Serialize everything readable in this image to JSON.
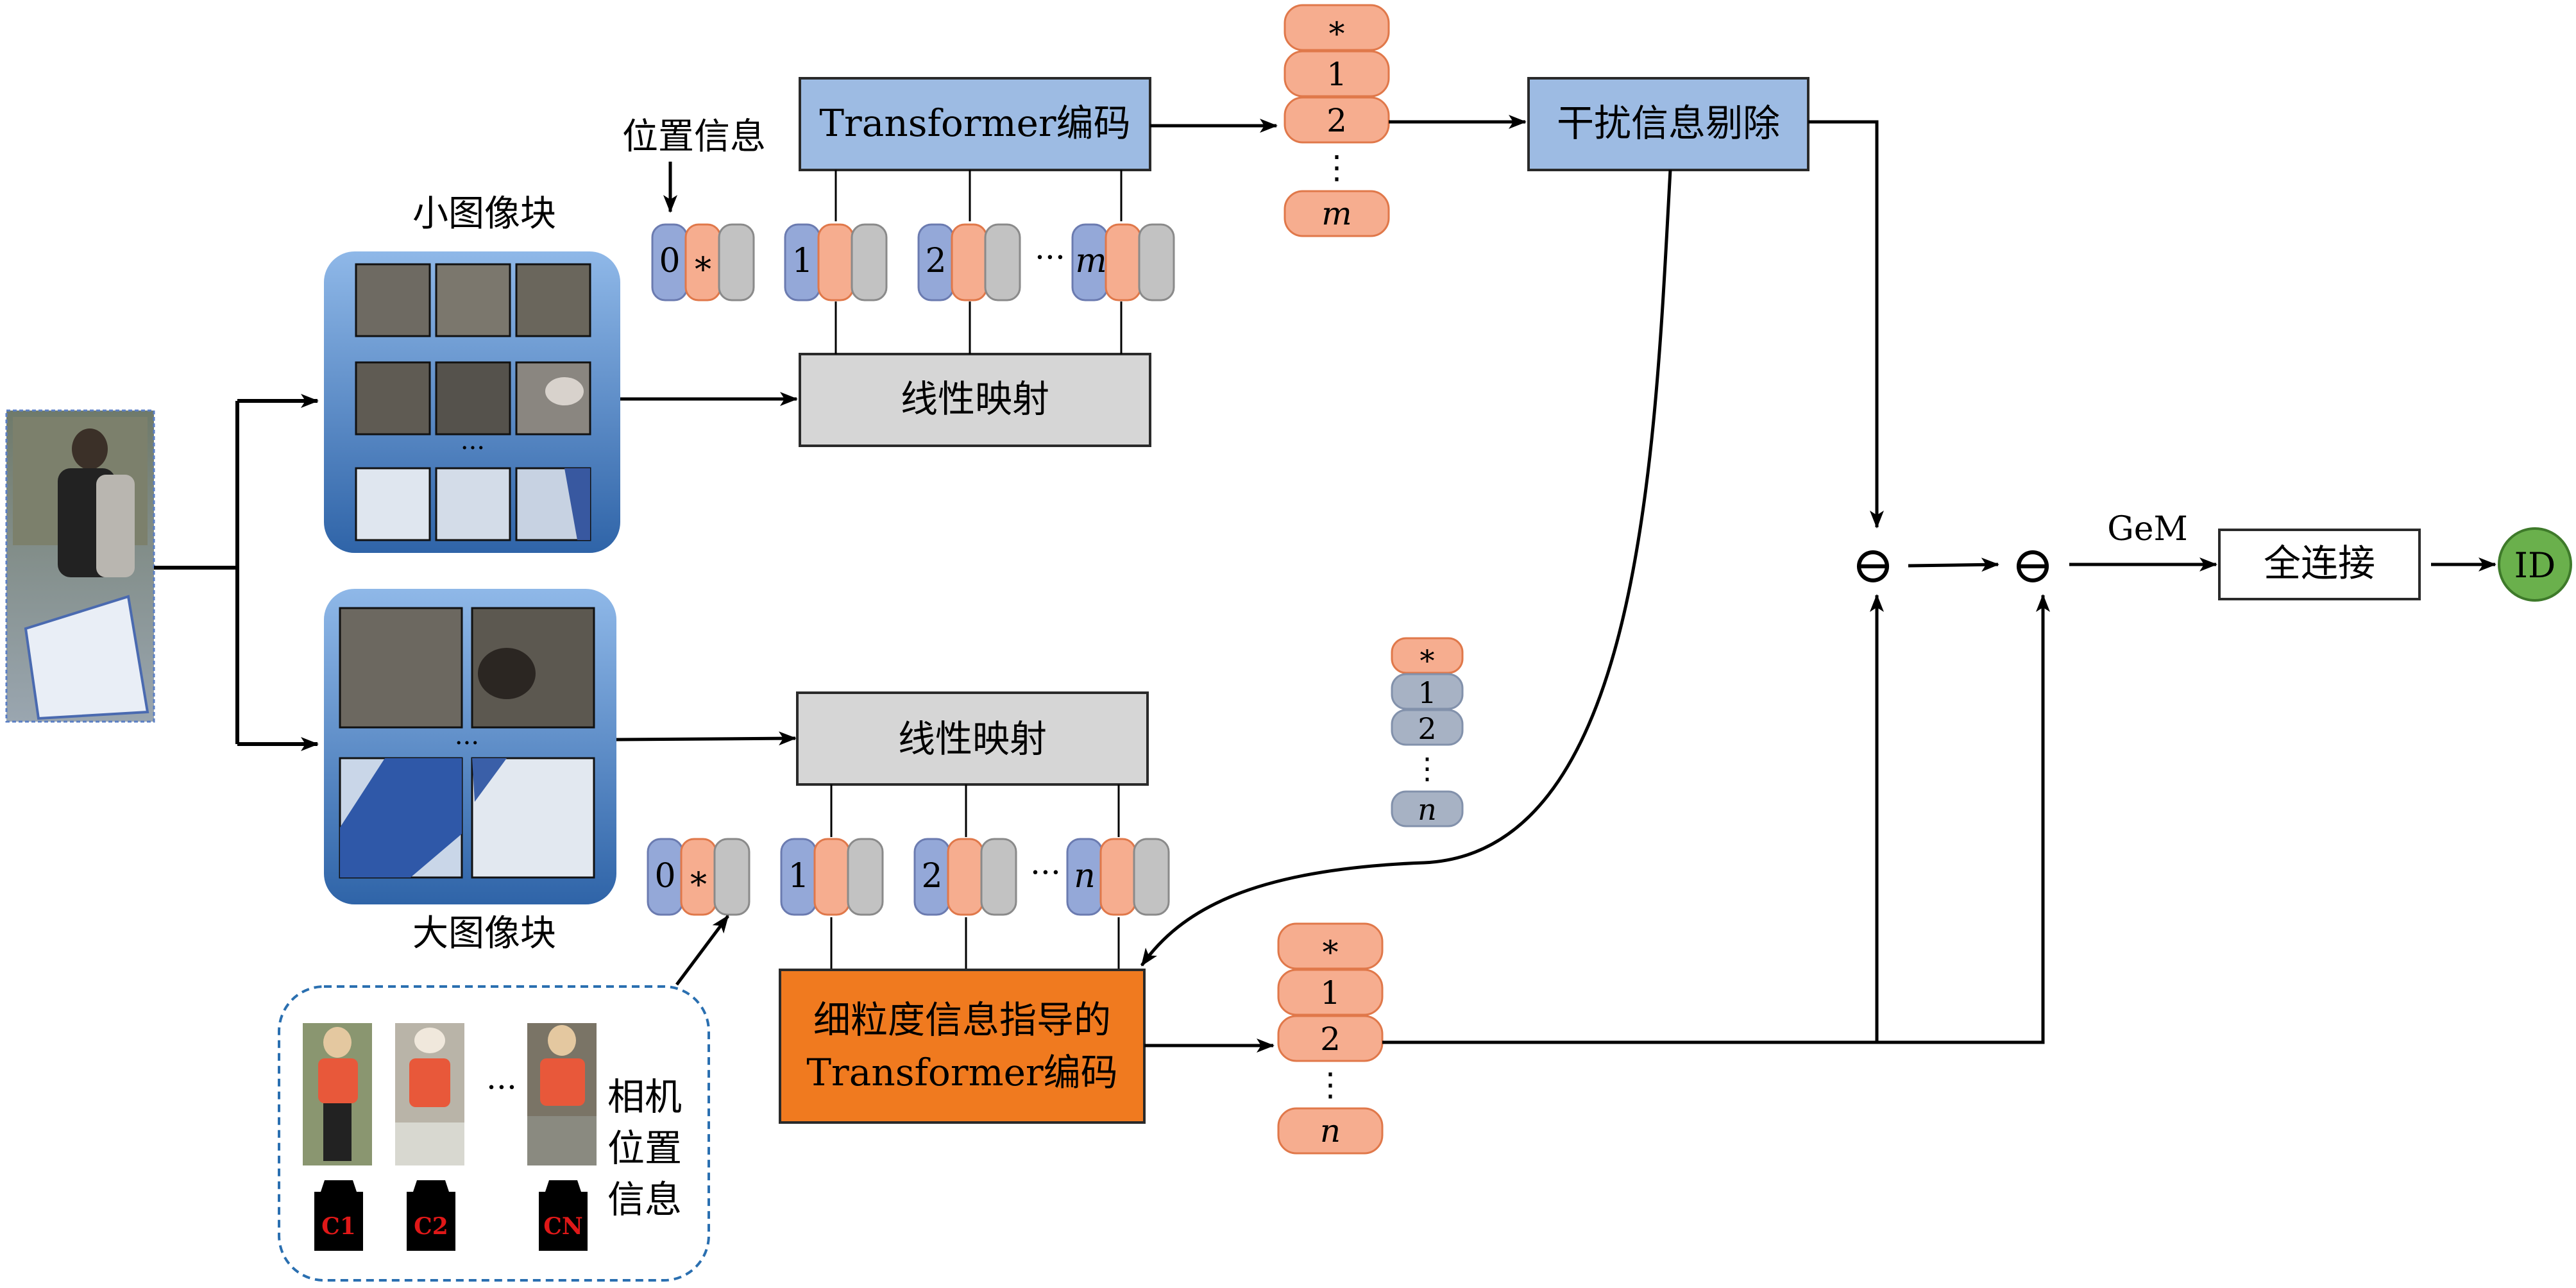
{
  "top": {
    "position_info": "位置信息",
    "small_patches": "小图像块",
    "transformer_encoder": "Transformer编码",
    "linear_projection": "线性映射",
    "interference_removal": "干扰信息剔除",
    "tokens": [
      "0",
      "*",
      "1",
      "2",
      "···",
      "m"
    ],
    "output_seq": [
      "*",
      "1",
      "2",
      "⋮",
      "m"
    ]
  },
  "bottom": {
    "large_patches": "大图像块",
    "linear_projection": "线性映射",
    "fine_grained_encoder_line1": "细粒度信息指导的",
    "fine_grained_encoder_line2": "Transformer编码",
    "tokens": [
      "0",
      "*",
      "1",
      "2",
      "···",
      "n"
    ],
    "output_seq": [
      "*",
      "1",
      "2",
      "⋮",
      "n"
    ],
    "mid_seq": [
      "*",
      "1",
      "2",
      "⋮",
      "n"
    ]
  },
  "camera": {
    "label_line1": "相机",
    "label_line2": "位置",
    "label_line3": "信息",
    "ellipsis": "···",
    "cams": [
      "C1",
      "C2",
      "CN"
    ]
  },
  "right": {
    "minus1": "⊖",
    "minus2": "⊖",
    "gem": "GeM",
    "fc": "全连接",
    "id": "ID"
  },
  "colors": {
    "blue_box": "#9dbbe3",
    "gray_box": "#d6d6d6",
    "orange_token": "#f6ad8f",
    "orange_box": "#f07a1f",
    "green_id": "#6ab04c",
    "token_blue": "#94a8d8",
    "token_gray": "#c2c2c2"
  }
}
